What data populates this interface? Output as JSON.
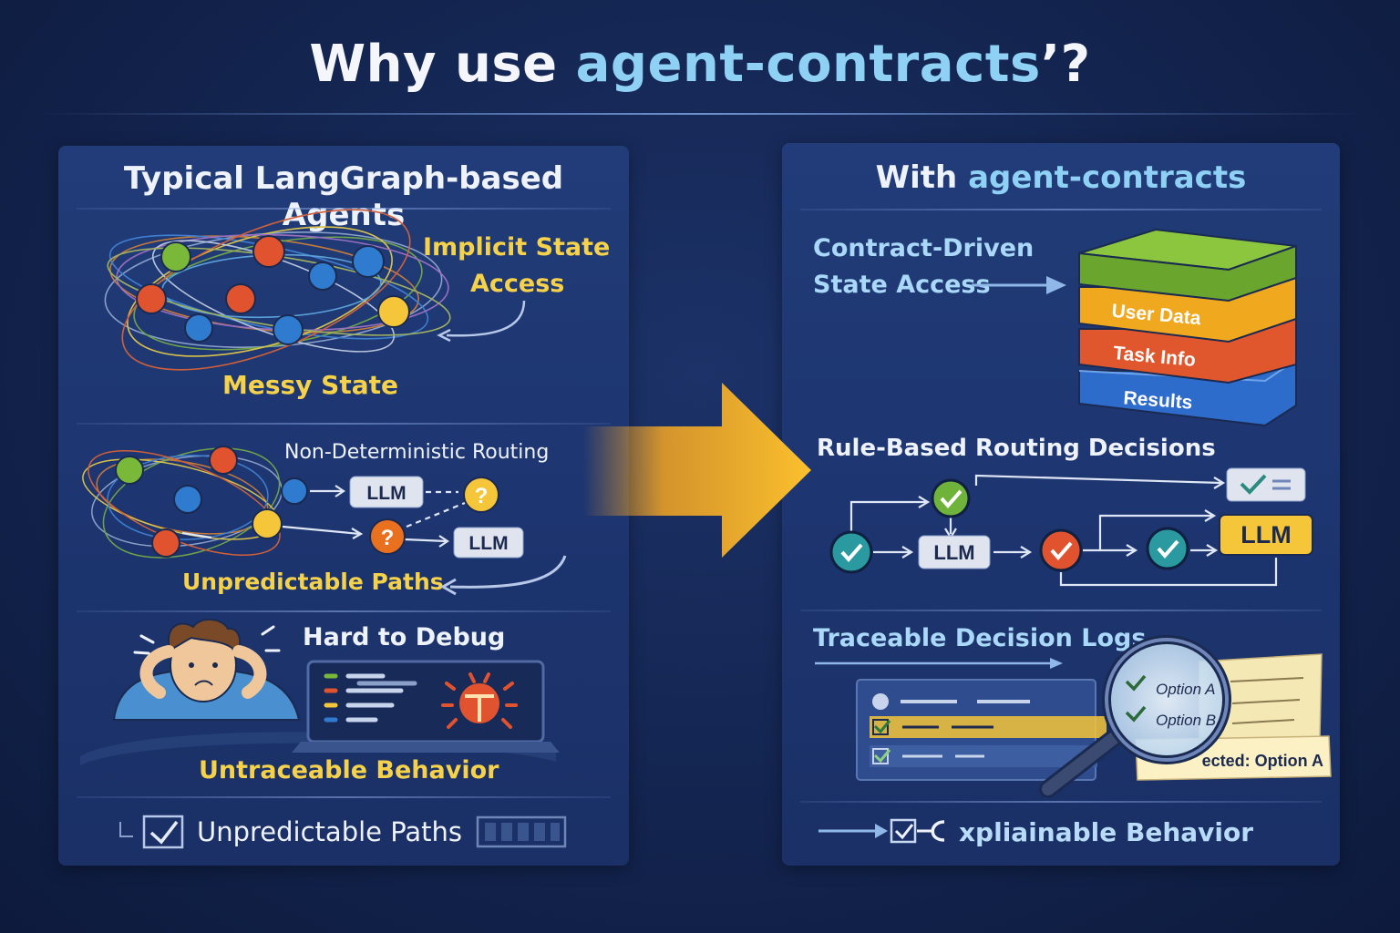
{
  "title": {
    "prefix": "Why use ",
    "highlight": "agent-contracts",
    "suffix": "’?"
  },
  "left": {
    "heading": "Typical LangGraph-based Agents",
    "implicit_state_line1": "Implicit State",
    "implicit_state_line2": "Access",
    "messy_state": "Messy State",
    "routing_title": "Non-Deterministic Routing",
    "llm_label": "LLM",
    "question_mark": "?",
    "unpredictable_paths": "Unpredictable Paths",
    "hard_to_debug": "Hard to Debug",
    "untraceable": "Untraceable Behavior",
    "footer": "Unpredictable Paths"
  },
  "right": {
    "heading_prefix": "With ",
    "heading_highlight": "agent-contracts",
    "contract_line1": "Contract-Driven",
    "contract_line2": "State Access",
    "layers": [
      "User Data",
      "Task Info",
      "Results"
    ],
    "routing_title": "Rule-Based Routing Decisions",
    "llm_label": "LLM",
    "logs_title": "Traceable Decision Logs",
    "option_a": "Option A",
    "option_b": "Option B",
    "selected": "ected: Option A",
    "footer": "xpliainable Behavior"
  },
  "colors": {
    "accent_blue": "#8fd0f5",
    "accent_yellow": "#f6d24a",
    "arrow_orange": "#f5a623",
    "node_green": "#7ab83a",
    "node_red": "#e0532e",
    "node_blue": "#2f7bd0",
    "node_yellow": "#f5c53a"
  },
  "icons": [
    "chaos-graph-icon",
    "big-arrow-icon",
    "person-frustrated-icon",
    "bug-icon",
    "layer-stack-icon",
    "check-node-icon",
    "magnifier-icon",
    "checkbox-icon"
  ]
}
